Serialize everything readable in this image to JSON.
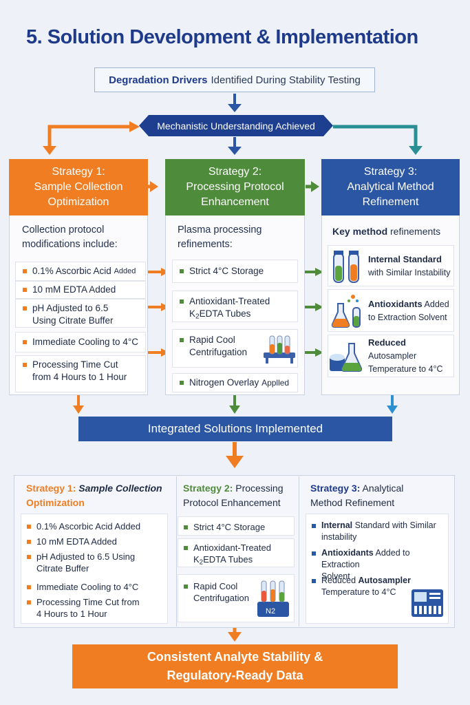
{
  "title": "5. Solution Development & Implementation",
  "drivers": {
    "bold": "Degradation Drivers",
    "rest": "Identified During Stability Testing"
  },
  "mechanistic": "Mechanistic Understanding Achieved",
  "strategy1": {
    "heading_line1": "Strategy 1:",
    "heading_line2": "Sample Collection",
    "heading_line3": "Optimization",
    "intro_line1": "Collection protocol",
    "intro_line2": "modifications include:",
    "items": [
      {
        "main": "0.1% Ascorbic Acid",
        "tail": "Added"
      },
      {
        "main": "10 mM EDTA Added"
      },
      {
        "main": "pH Adjusted to 6.5",
        "line2": "Using Citrate Buffer"
      },
      {
        "main": "Immediate Cooling to 4°C"
      },
      {
        "main": "Processing Time Cut",
        "line2": "from 4 Hours to 1 Hour"
      }
    ]
  },
  "strategy2": {
    "heading_line1": "Strategy 2:",
    "heading_line2": "Processing Protocol",
    "heading_line3": "Enhancement",
    "intro_line1": "Plasma processing",
    "intro_line2": "refinements:",
    "items": [
      {
        "main": "Strict 4°C Storage"
      },
      {
        "main": "Antioxidant-Treated",
        "line2a": "K",
        "line2sub": "2",
        "line2b": "EDTA Tubes"
      },
      {
        "main": "Rapid Cool",
        "line2": "Centrifugation"
      },
      {
        "main": "Nitrogen Overlay",
        "tail": "Applled"
      }
    ]
  },
  "strategy3": {
    "heading_line1": "Strategy 3:",
    "heading_line2": "Analytical Method",
    "heading_line3": "Refinement",
    "intro_bold": "Key method",
    "intro_rest": "refinements",
    "items": [
      {
        "bold": "Internal Standard",
        "rest": "with Similar Instability"
      },
      {
        "bold": "Antioxidants",
        "tail": "Added",
        "rest": "to Extraction Solvent"
      },
      {
        "bold": "Reduced",
        "tail": "Autosampler",
        "rest": "Temperature to 4°C"
      }
    ]
  },
  "integrated": "Integrated Solutions Implemented",
  "bottom": {
    "s1": {
      "head_a": "Strategy 1:",
      "head_b": "Sample Collection",
      "head_c": "Optimization",
      "items": [
        {
          "line1": "0.1% Ascorbic Acid Added"
        },
        {
          "line1": "10 mM EDTA Added"
        },
        {
          "line1": "pH Adjusted to 6.5 Using",
          "line2": "Citrate Buffer"
        },
        {
          "line1": "Immediate Cooling to 4°C"
        },
        {
          "line1": "Processing Time Cut from",
          "line2": "4 Hours to 1 Hour"
        }
      ]
    },
    "s2": {
      "head_a": "Strategy 2:",
      "head_b": "Processing",
      "head_c": "Protocol Enhancement",
      "items": [
        {
          "line1": "Strict 4°C Storage"
        },
        {
          "line1": "Antioxidant-Treated",
          "line2a": "K",
          "line2sub": "2",
          "line2b": "EDTA Tubes"
        },
        {
          "line1": "Rapid Cool",
          "line2": "Centrifugation"
        }
      ],
      "n2_label": "N2"
    },
    "s3": {
      "head_a": "Strategy 3:",
      "head_b": "Analytical",
      "head_c": "Method Refinement",
      "items": [
        {
          "bold": "Internal",
          "rest": "Standard with Similar",
          "line2": "instability"
        },
        {
          "bold": "Antioxidants",
          "rest": "Added to Extraction",
          "line2": "Solvent"
        },
        {
          "bold": "",
          "rest": "Reduced",
          "bold2": "Autosampler",
          "line2": "Temperature to 4°C"
        }
      ]
    }
  },
  "final_line1": "Consistent Analyte Stability &",
  "final_line2": "Regulatory-Ready Data",
  "colors": {
    "orange": "#f07d22",
    "green": "#4e8b3a",
    "blue": "#2b56a4",
    "navy": "#1e3f8f",
    "teal": "#2a8e95"
  }
}
